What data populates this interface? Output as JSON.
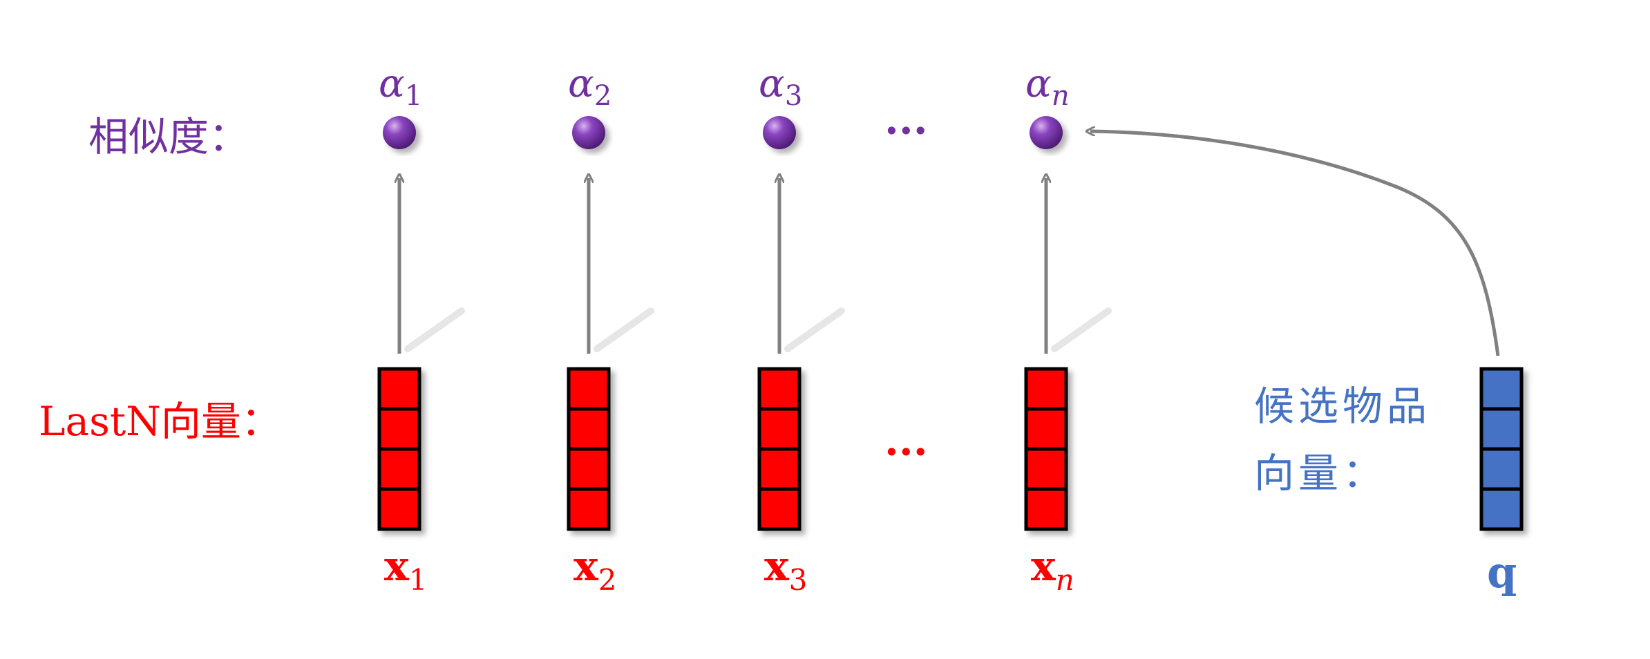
{
  "labels": {
    "similarity": "相似度：",
    "lastn_vectors": "LastN向量：",
    "candidate_line1": "候选物品",
    "candidate_line2": "向量：",
    "ellipsis": "···"
  },
  "columns": [
    {
      "alpha_base": "α",
      "alpha_sub": "1",
      "x_base": "x",
      "x_sub": "1"
    },
    {
      "alpha_base": "α",
      "alpha_sub": "2",
      "x_base": "x",
      "x_sub": "2"
    },
    {
      "alpha_base": "α",
      "alpha_sub": "3",
      "x_base": "x",
      "x_sub": "3"
    },
    {
      "alpha_base": "α",
      "alpha_sub": "n",
      "x_base": "x",
      "x_sub": "n"
    }
  ],
  "query": {
    "label": "q"
  },
  "colors": {
    "similarity": "#7030a0",
    "lastn": "#ff0000",
    "candidate": "#4472c4",
    "arrow": "#808080"
  }
}
